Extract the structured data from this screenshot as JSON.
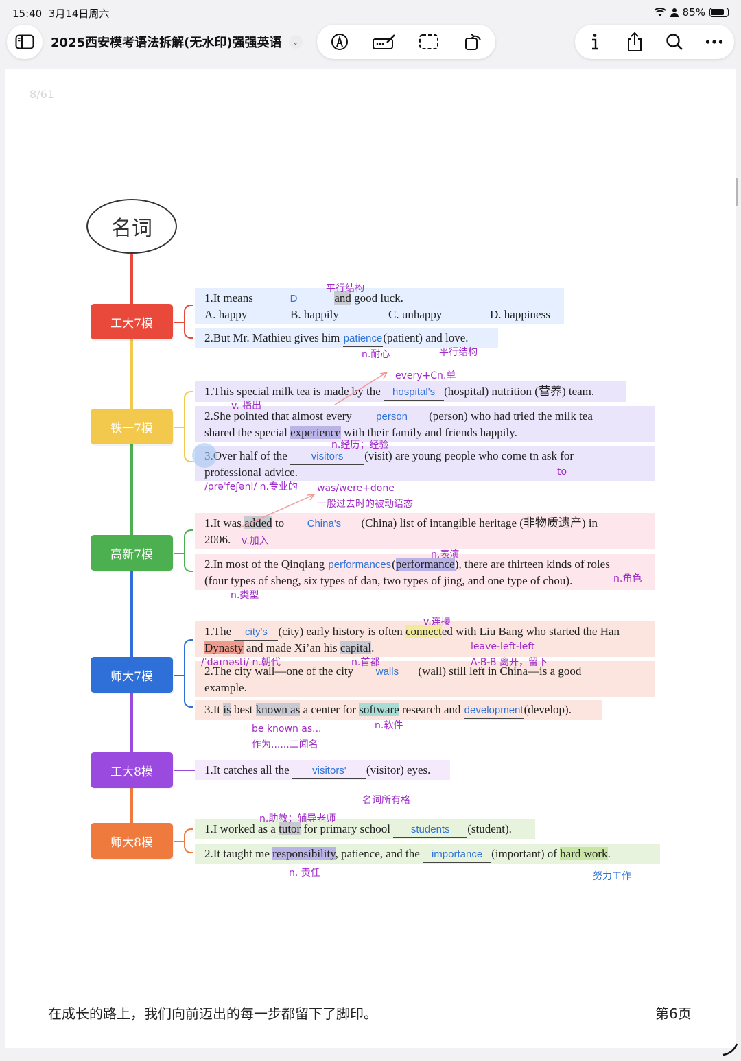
{
  "status_bar": {
    "time": "15:40",
    "date": "3月14日周六",
    "battery_text": "85%",
    "battery_level": 0.85
  },
  "toolbar": {
    "doc_title": "2025西安模考语法拆解(无水印)强强英语",
    "icons": [
      "sidebar-icon",
      "chevron-down-icon",
      "pen-icon",
      "markup-icon",
      "selection-icon",
      "rotate-icon",
      "info-icon",
      "share-icon",
      "search-icon",
      "more-icon"
    ]
  },
  "page": {
    "page_number": "8/61",
    "root_label": "名词",
    "footer_text": "在成长的路上，我们向前迈出的每一步都留下了脚印。",
    "footer_page": "第6页"
  },
  "colors": {
    "gongda7": "#e8493a",
    "tieyi7": "#f2c94c",
    "gaoxin7": "#4cb050",
    "shida7": "#2f6fd8",
    "gongda8": "#9b4ae0",
    "shida8": "#ef7a3e",
    "annotation": "#a129c8",
    "answer": "#2f73d9"
  },
  "branches": [
    {
      "label": "工大7模"
    },
    {
      "label": "铁一7模"
    },
    {
      "label": "高新7模"
    },
    {
      "label": "师大7模"
    },
    {
      "label": "工大8模"
    },
    {
      "label": "师大8模"
    }
  ],
  "questions": {
    "g7_1": {
      "pre": "1.It means",
      "ans": "D",
      "mid": "and",
      "post": "good luck."
    },
    "g7_opts": {
      "a": "A. happy",
      "b": "B. happily",
      "c": "C. unhappy",
      "d": "D. happiness"
    },
    "g7_2": {
      "pre": "2.But Mr. Mathieu gives him",
      "ans": "patience",
      "post": "(patient) and love."
    },
    "t7_1": {
      "pre": "1.This special milk tea is made by the",
      "ans": "hospital's",
      "post": "(hospital) nutrition (营养) team."
    },
    "t7_2a": {
      "pre": "2.She pointed that almost every",
      "ans": "person",
      "post": "(person) who had tried the milk tea"
    },
    "t7_2b": {
      "pre": "shared the special",
      "hl": "experience",
      "post": "with their family and friends happily."
    },
    "t7_3a": {
      "pre": "3.Over half of the",
      "ans": "visitors",
      "post": "(visit) are young people who come tn ask for"
    },
    "t7_3b": {
      "text": "professional advice."
    },
    "gx7_1a": {
      "pre": "1.It was",
      "hl": "added",
      "mid": "to",
      "ans": "China's",
      "post": "(China) list of intangible heritage (非物质遗产) in"
    },
    "gx7_1b": {
      "text": "2006."
    },
    "gx7_2a": {
      "pre": "2.In most of the Qinqiang",
      "ans": "performances",
      "paren_open": "(",
      "hl": "performance",
      "post": "), there are thirteen kinds of roles"
    },
    "gx7_2b": {
      "text": "(four types of sheng, six types of dan, two types of jing, and one type of chou)."
    },
    "s7_1a": {
      "pre": "1.The",
      "ans": "city's",
      "mid": "(city) early history is often",
      "hl": "connect",
      "hl_tail": "ed",
      "post": "with Liu Bang who started the Han"
    },
    "s7_1b": {
      "hl1": "Dynasty",
      "mid": "and made Xi’an his",
      "hl2": "capital",
      "post": "."
    },
    "s7_2a": {
      "pre": "2.The city wall—one of the city",
      "ans": "walls",
      "post": "(wall) still left in China—is a good"
    },
    "s7_2b": {
      "text": "example."
    },
    "s7_3": {
      "pre": "3.It",
      "hl1": "is",
      "mid1": "best",
      "hl2": "known as",
      "mid2": "a center for",
      "hl3": "software",
      "mid3": "research and",
      "ans": "development",
      "post": "(develop)."
    },
    "g8_1": {
      "pre": "1.It catches all the",
      "ans": "visitors'",
      "post": "(visitor) eyes."
    },
    "s8_1": {
      "pre": "1.I worked as a",
      "hl": "tutor",
      "mid": "for primary school",
      "ans": "students",
      "post": "(student)."
    },
    "s8_2": {
      "pre": "2.It taught me",
      "hl1": "responsibility",
      "mid": ", patience, and the",
      "ans": "importance",
      "mid2": "(important) of",
      "hl2": "hard work",
      "post": "."
    }
  },
  "annotations": {
    "parallel1": "平行结构",
    "patience_pos": "n.耐心",
    "parallel2": "平行结构",
    "every_rule": "every+Cn.单",
    "point_out": "v. 指出",
    "experience_pos": "n.经历；经验",
    "professional_ipa": "/prəˈfeʃənl/ n.专业的",
    "passive_rule": "was/were+done",
    "passive_desc": "一般过去时的被动语态",
    "to_note": "to",
    "add_pos": "v.加入",
    "performance_pos": "n.表演",
    "role_pos": "n.角色",
    "type_pos": "n.类型",
    "connect_pos": "v.连接",
    "leave_forms": "leave-left-left",
    "dynasty_ipa": "/ˈdaɪnəsti/ n.朝代",
    "capital_pos": "n.首都",
    "leave_meaning": "A-B-B 离开，留下",
    "known_as": "be known as...",
    "known_as_cn": "作为......二闻名",
    "software_pos": "n.软件",
    "possessive": "名词所有格",
    "tutor_pos": "n.助教；辅导老师",
    "responsibility_pos": "n. 责任",
    "hard_work_cn": "努力工作"
  }
}
